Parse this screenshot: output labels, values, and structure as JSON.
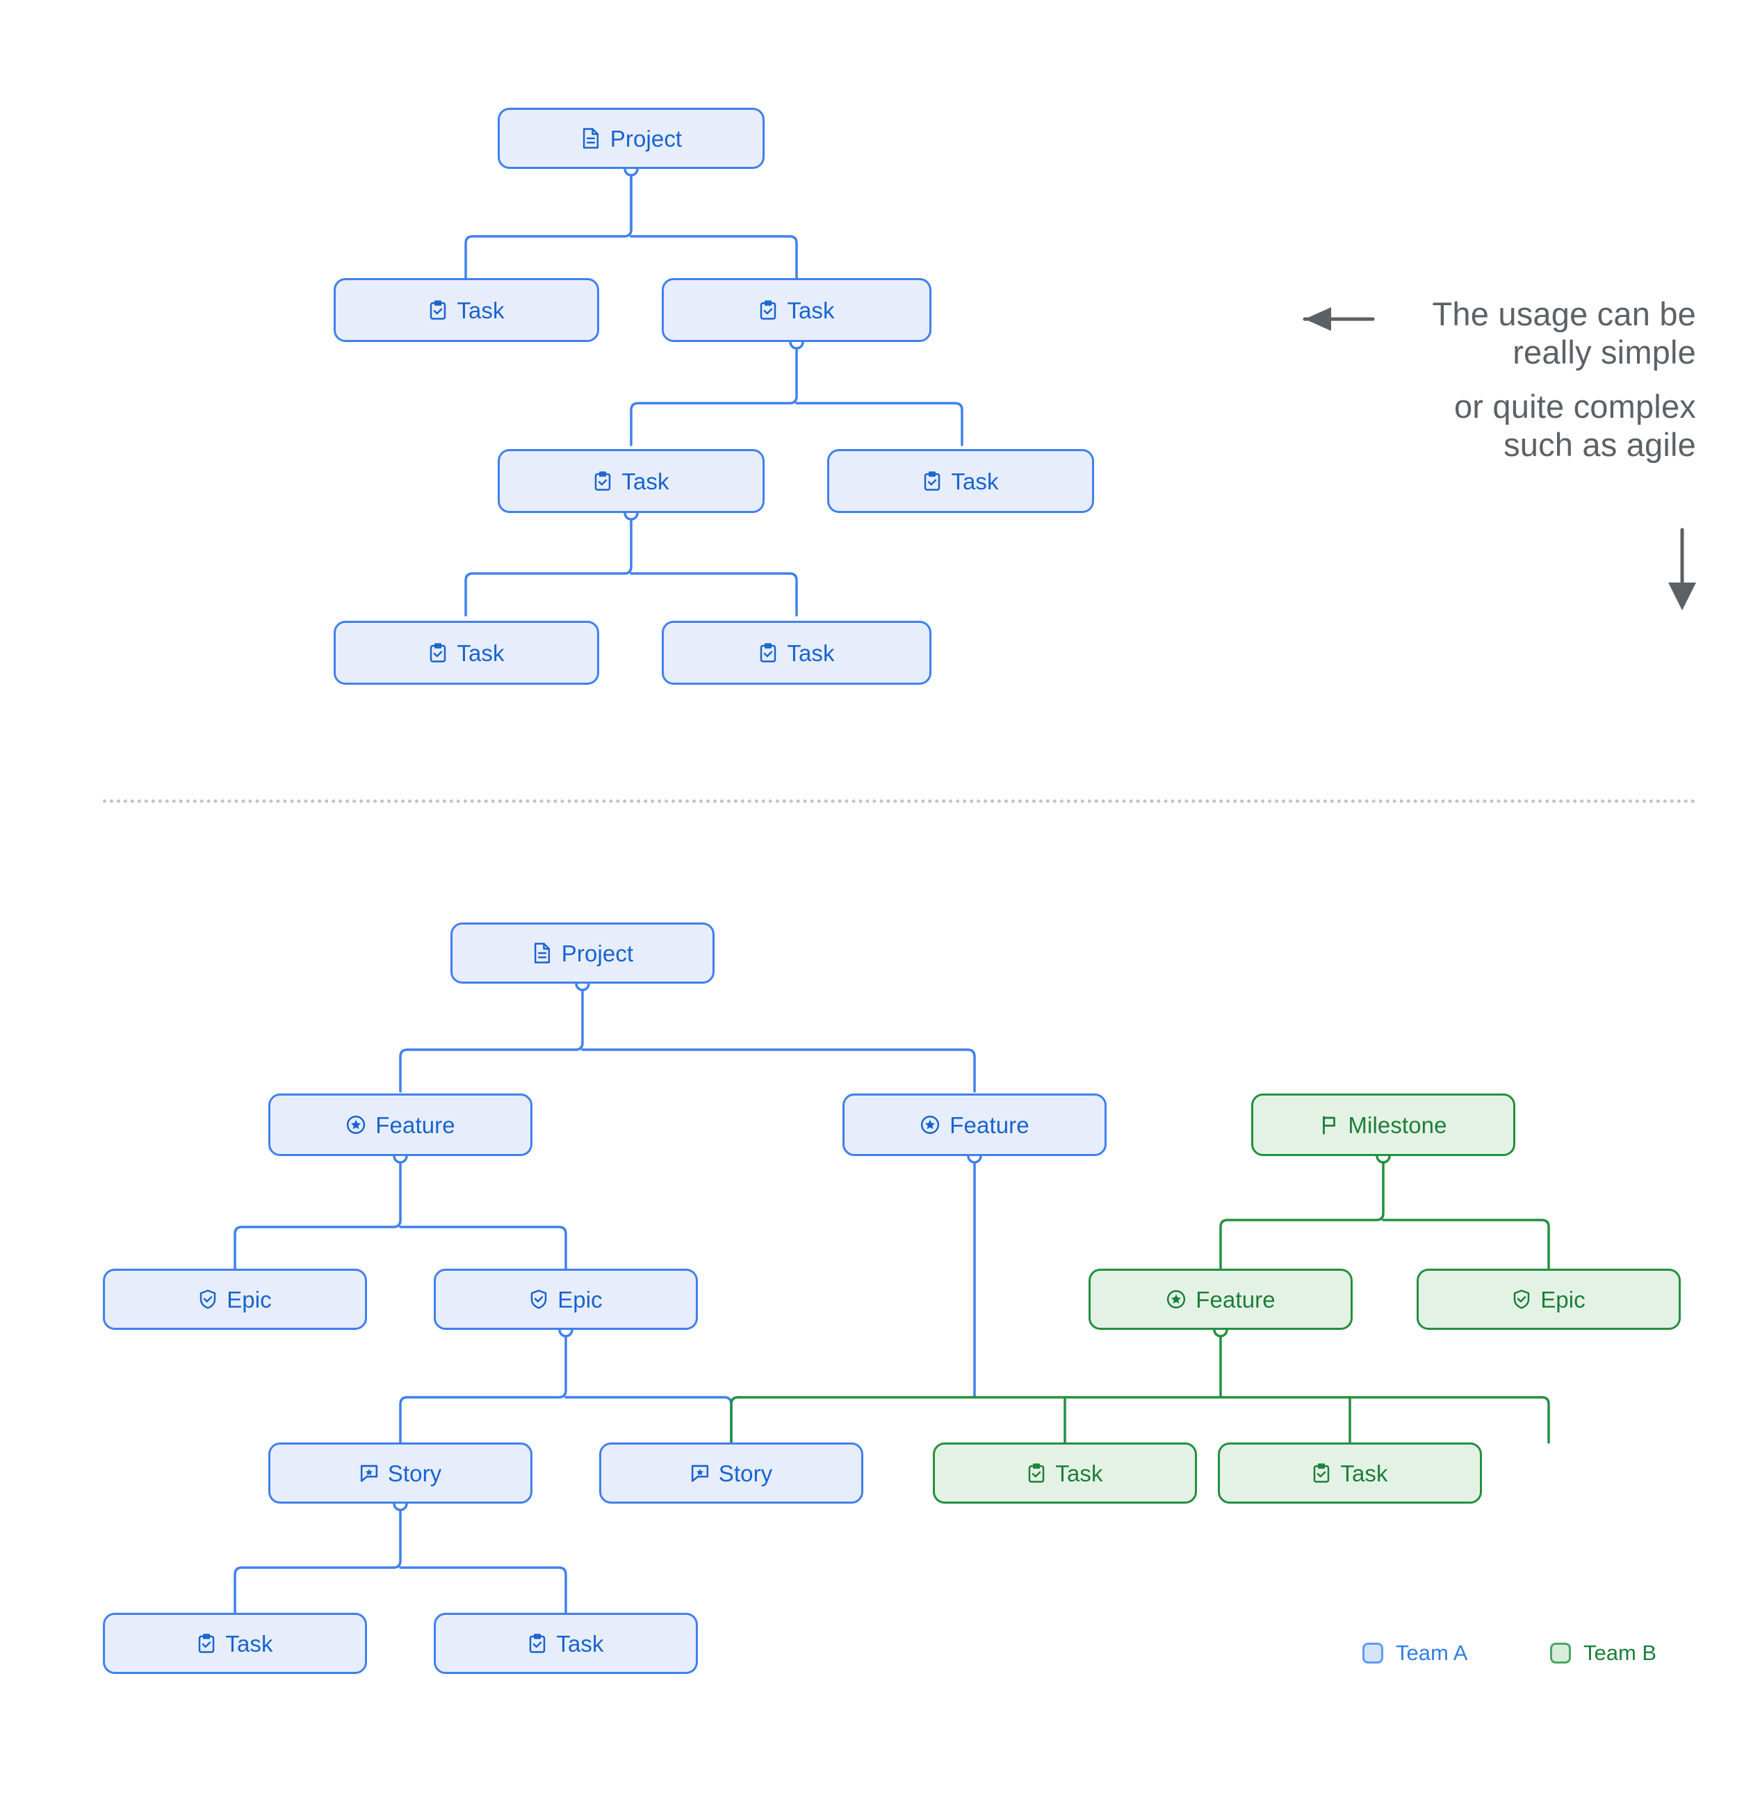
{
  "colors": {
    "team_a_fill": "#e8edfc",
    "team_a_stroke": "#3f80ed",
    "team_a_text": "#1764cf",
    "team_b_fill": "#e4f2e6",
    "team_b_stroke": "#23903f",
    "team_b_text": "#1c7f37",
    "annotation_text": "#5c6166",
    "divider": "#bfc3cc"
  },
  "annotation": {
    "line1": "The usage can be",
    "line2": "really simple",
    "line3": "or quite complex",
    "line4": "such as agile",
    "left_arrow_icon": "arrow-left-icon",
    "down_arrow_icon": "arrow-down-icon"
  },
  "legend": {
    "items": [
      {
        "label": "Team A",
        "team": "blue"
      },
      {
        "label": "Team B",
        "team": "green"
      }
    ]
  },
  "simple_diagram": {
    "nodes": [
      {
        "id": "s-project",
        "label": "Project",
        "icon": "document-icon",
        "team": "blue"
      },
      {
        "id": "s-task-1",
        "label": "Task",
        "icon": "clipboard-check-icon",
        "team": "blue"
      },
      {
        "id": "s-task-2",
        "label": "Task",
        "icon": "clipboard-check-icon",
        "team": "blue"
      },
      {
        "id": "s-task-3",
        "label": "Task",
        "icon": "clipboard-check-icon",
        "team": "blue"
      },
      {
        "id": "s-task-4",
        "label": "Task",
        "icon": "clipboard-check-icon",
        "team": "blue"
      },
      {
        "id": "s-task-5",
        "label": "Task",
        "icon": "clipboard-check-icon",
        "team": "blue"
      },
      {
        "id": "s-task-6",
        "label": "Task",
        "icon": "clipboard-check-icon",
        "team": "blue"
      }
    ],
    "edges": [
      {
        "from": "s-project",
        "to": "s-task-1"
      },
      {
        "from": "s-project",
        "to": "s-task-2"
      },
      {
        "from": "s-task-2",
        "to": "s-task-3"
      },
      {
        "from": "s-task-2",
        "to": "s-task-4"
      },
      {
        "from": "s-task-3",
        "to": "s-task-5"
      },
      {
        "from": "s-task-3",
        "to": "s-task-6"
      }
    ]
  },
  "agile_diagram": {
    "nodes": [
      {
        "id": "a-project",
        "label": "Project",
        "icon": "document-icon",
        "team": "blue"
      },
      {
        "id": "a-feature-1",
        "label": "Feature",
        "icon": "star-circle-icon",
        "team": "blue"
      },
      {
        "id": "a-feature-2",
        "label": "Feature",
        "icon": "star-circle-icon",
        "team": "blue"
      },
      {
        "id": "a-milestone",
        "label": "Milestone",
        "icon": "flag-icon",
        "team": "green"
      },
      {
        "id": "a-epic-1",
        "label": "Epic",
        "icon": "shield-check-icon",
        "team": "blue"
      },
      {
        "id": "a-epic-2",
        "label": "Epic",
        "icon": "shield-check-icon",
        "team": "blue"
      },
      {
        "id": "a-feature-3",
        "label": "Feature",
        "icon": "star-circle-icon",
        "team": "green"
      },
      {
        "id": "a-epic-3",
        "label": "Epic",
        "icon": "shield-check-icon",
        "team": "green"
      },
      {
        "id": "a-story-1",
        "label": "Story",
        "icon": "comment-star-icon",
        "team": "blue"
      },
      {
        "id": "a-story-2",
        "label": "Story",
        "icon": "comment-star-icon",
        "team": "blue"
      },
      {
        "id": "a-task-g1",
        "label": "Task",
        "icon": "clipboard-check-icon",
        "team": "green"
      },
      {
        "id": "a-task-g2",
        "label": "Task",
        "icon": "clipboard-check-icon",
        "team": "green"
      },
      {
        "id": "a-task-b1",
        "label": "Task",
        "icon": "clipboard-check-icon",
        "team": "blue"
      },
      {
        "id": "a-task-b2",
        "label": "Task",
        "icon": "clipboard-check-icon",
        "team": "blue"
      }
    ],
    "edges": [
      {
        "from": "a-project",
        "to": "a-feature-1"
      },
      {
        "from": "a-project",
        "to": "a-feature-2"
      },
      {
        "from": "a-feature-1",
        "to": "a-epic-1"
      },
      {
        "from": "a-feature-1",
        "to": "a-epic-2"
      },
      {
        "from": "a-milestone",
        "to": "a-feature-3"
      },
      {
        "from": "a-milestone",
        "to": "a-epic-3"
      },
      {
        "from": "a-epic-2",
        "to": "a-story-1"
      },
      {
        "from": "a-epic-2",
        "to": "a-story-2"
      },
      {
        "from": "a-feature-2",
        "to": "a-task-g1"
      },
      {
        "from": "a-feature-2",
        "to": "a-task-g2"
      },
      {
        "from": "a-feature-3",
        "to": "a-task-g1"
      },
      {
        "from": "a-feature-3",
        "to": "a-task-g2"
      },
      {
        "from": "a-story-1",
        "to": "a-task-b1"
      },
      {
        "from": "a-story-1",
        "to": "a-task-b2"
      }
    ]
  }
}
